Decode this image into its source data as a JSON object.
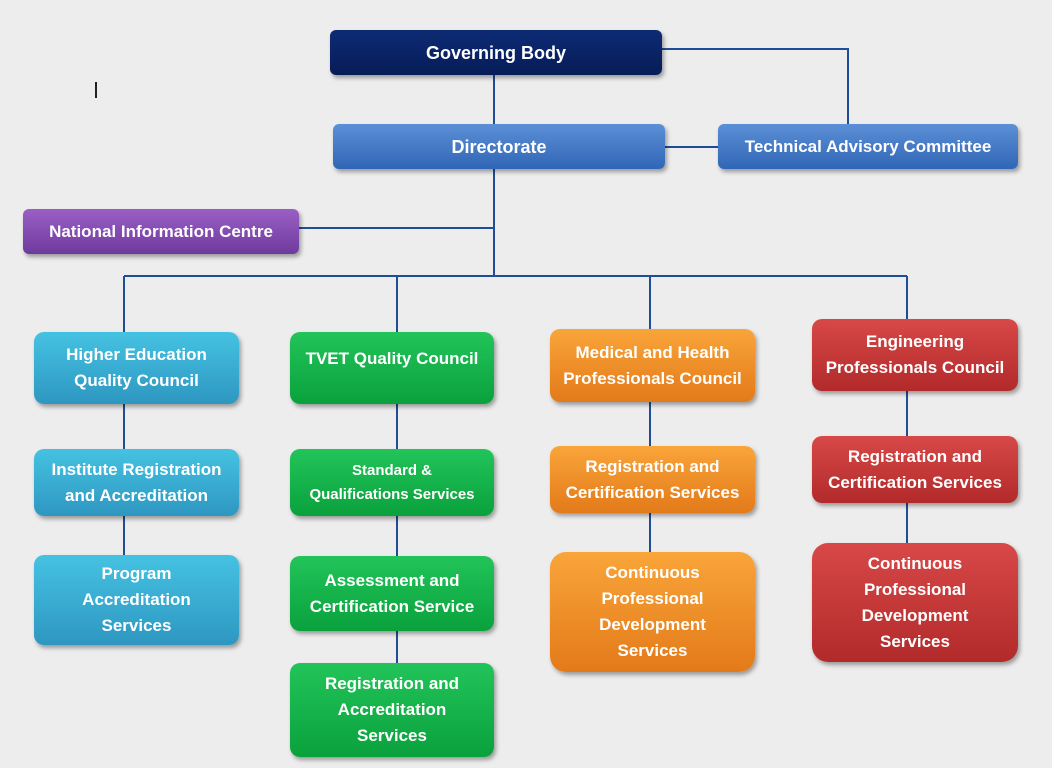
{
  "nodes": {
    "governing_body": "Governing Body",
    "directorate": "Directorate",
    "technical_advisory": "Technical Advisory Committee",
    "national_info": "National Information Centre",
    "hec": {
      "council": "Higher Education\nQuality Council",
      "s1": "Institute Registration\nand Accreditation",
      "s2": "Program\nAccreditation\nServices"
    },
    "tvet": {
      "council": "TVET Quality Council",
      "s1": "Standard &\nQualifications  Services",
      "s2": "Assessment and\nCertification Service",
      "s3": "Registration and\nAccreditation\nServices"
    },
    "medical": {
      "council": "Medical and Health\nProfessionals Council",
      "s1": "Registration and\nCertification Services",
      "s2": "Continuous\nProfessional\nDevelopment\nServices"
    },
    "engineering": {
      "council": "Engineering\nProfessionals Council",
      "s1": "Registration and\nCertification Services",
      "s2": "Continuous\nProfessional\nDevelopment\nServices"
    }
  },
  "colors": {
    "navy": "#0a2463",
    "blue": "#4a7fcb",
    "purple": "#8450b2",
    "cyan": "#38acd3",
    "green": "#12b24b",
    "orange": "#f08c28",
    "red": "#c43838",
    "connector": "#1f4e96"
  }
}
